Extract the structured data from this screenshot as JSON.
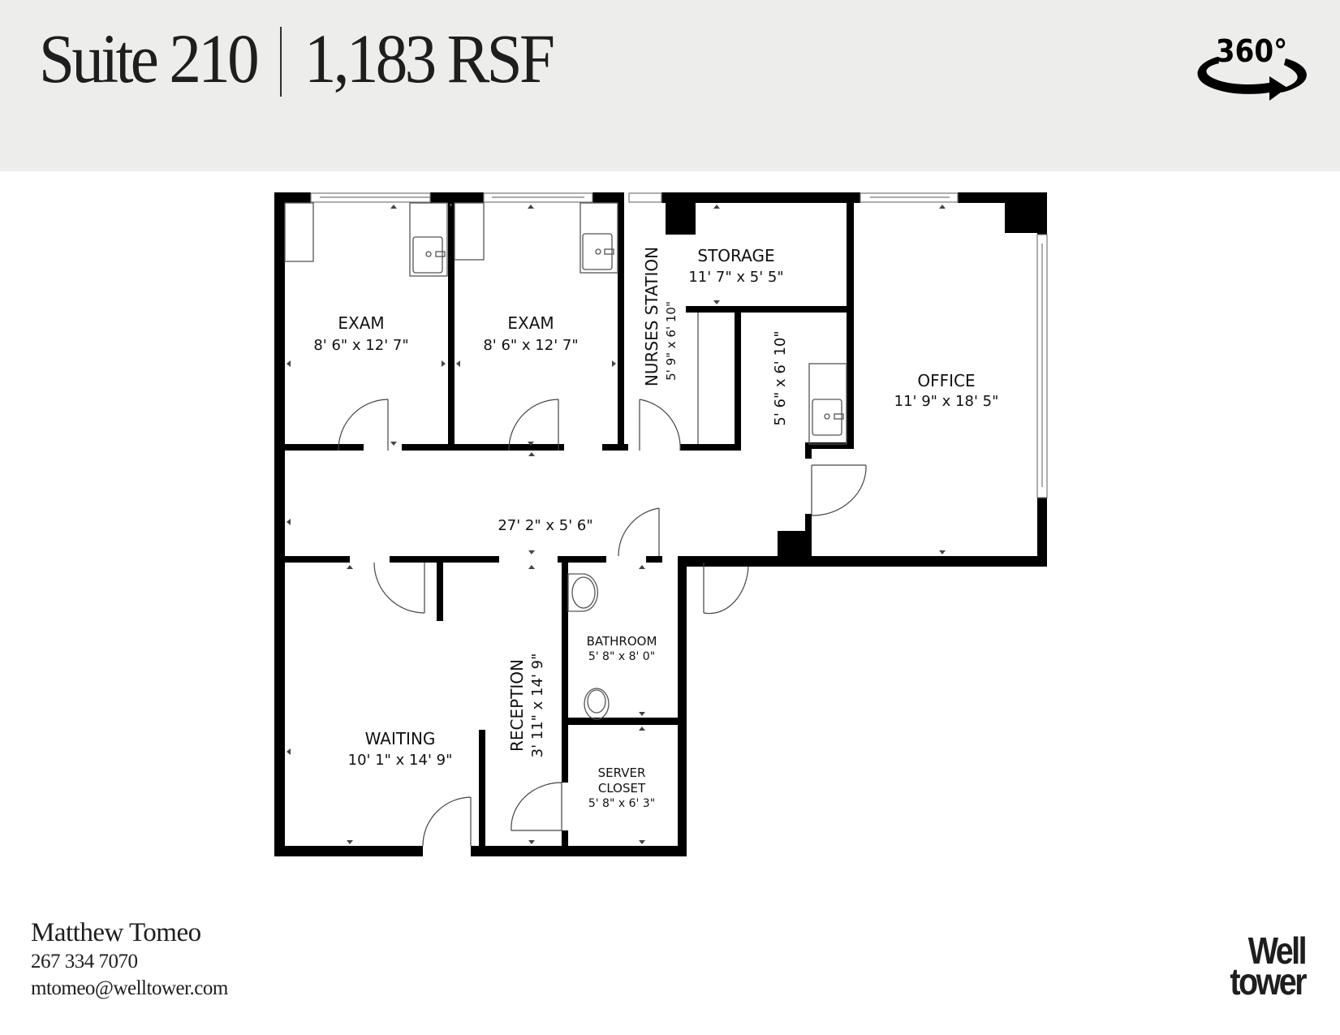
{
  "header": {
    "suite": "Suite 210",
    "area": "1,183 RSF",
    "icon": "360-rotation-icon",
    "icon_text": "360°",
    "background": "#ededeb"
  },
  "floorplan": {
    "wall_color": "#000000",
    "rooms": [
      {
        "name": "EXAM",
        "dims": "8' 6\" x 12' 7\""
      },
      {
        "name": "EXAM",
        "dims": "8' 6\" x 12' 7\""
      },
      {
        "name": "NURSES STATION",
        "dims": "5' 9\" x 6' 10\""
      },
      {
        "name": "STORAGE",
        "dims": "11' 7\" x 5' 5\""
      },
      {
        "name": "",
        "dims": "5' 6\" x 6' 10\""
      },
      {
        "name": "OFFICE",
        "dims": "11' 9\" x 18' 5\""
      },
      {
        "name": "",
        "dims": "27' 2\" x 5' 6\""
      },
      {
        "name": "WAITING",
        "dims": "10' 1\" x 14' 9\""
      },
      {
        "name": "RECEPTION",
        "dims": "3' 11\" x 14' 9\""
      },
      {
        "name": "BATHROOM",
        "dims": "5' 8\" x 8' 0\""
      },
      {
        "name": "SERVER",
        "name2": "CLOSET",
        "dims": "5' 8\" x 6' 3\""
      }
    ]
  },
  "contact": {
    "name": "Matthew Tomeo",
    "phone": "267 334 7070",
    "email": "mtomeo@welltower.com"
  },
  "logo": {
    "line1": "Well",
    "line2": "tower"
  }
}
